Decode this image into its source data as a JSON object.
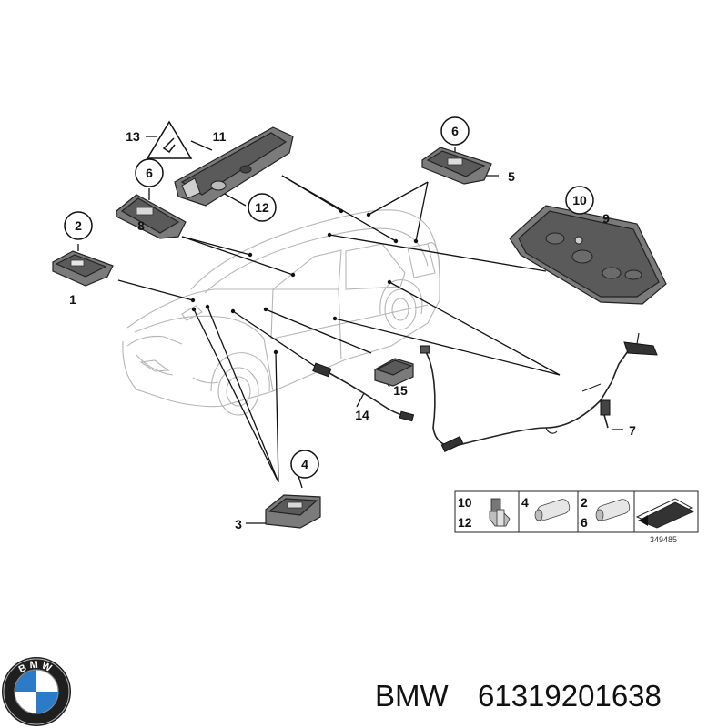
{
  "diagram": {
    "callouts": [
      "1",
      "2",
      "3",
      "4",
      "5",
      "6",
      "6",
      "7",
      "8",
      "9",
      "10",
      "11",
      "12",
      "13",
      "14",
      "15"
    ],
    "legend": {
      "cell1": {
        "top": "10",
        "bottom": "12"
      },
      "cell2": {
        "top": "4"
      },
      "cell3": {
        "top": "2",
        "bottom": "6"
      }
    },
    "reference_id": "349485"
  },
  "footer": {
    "brand": "BMW",
    "part_number": "61319201638",
    "logo_letters": "BMW"
  },
  "colors": {
    "logo_blue": "#2b7bc9",
    "logo_ring": "#1f1f1f",
    "car_outline": "#b5b5b5"
  }
}
